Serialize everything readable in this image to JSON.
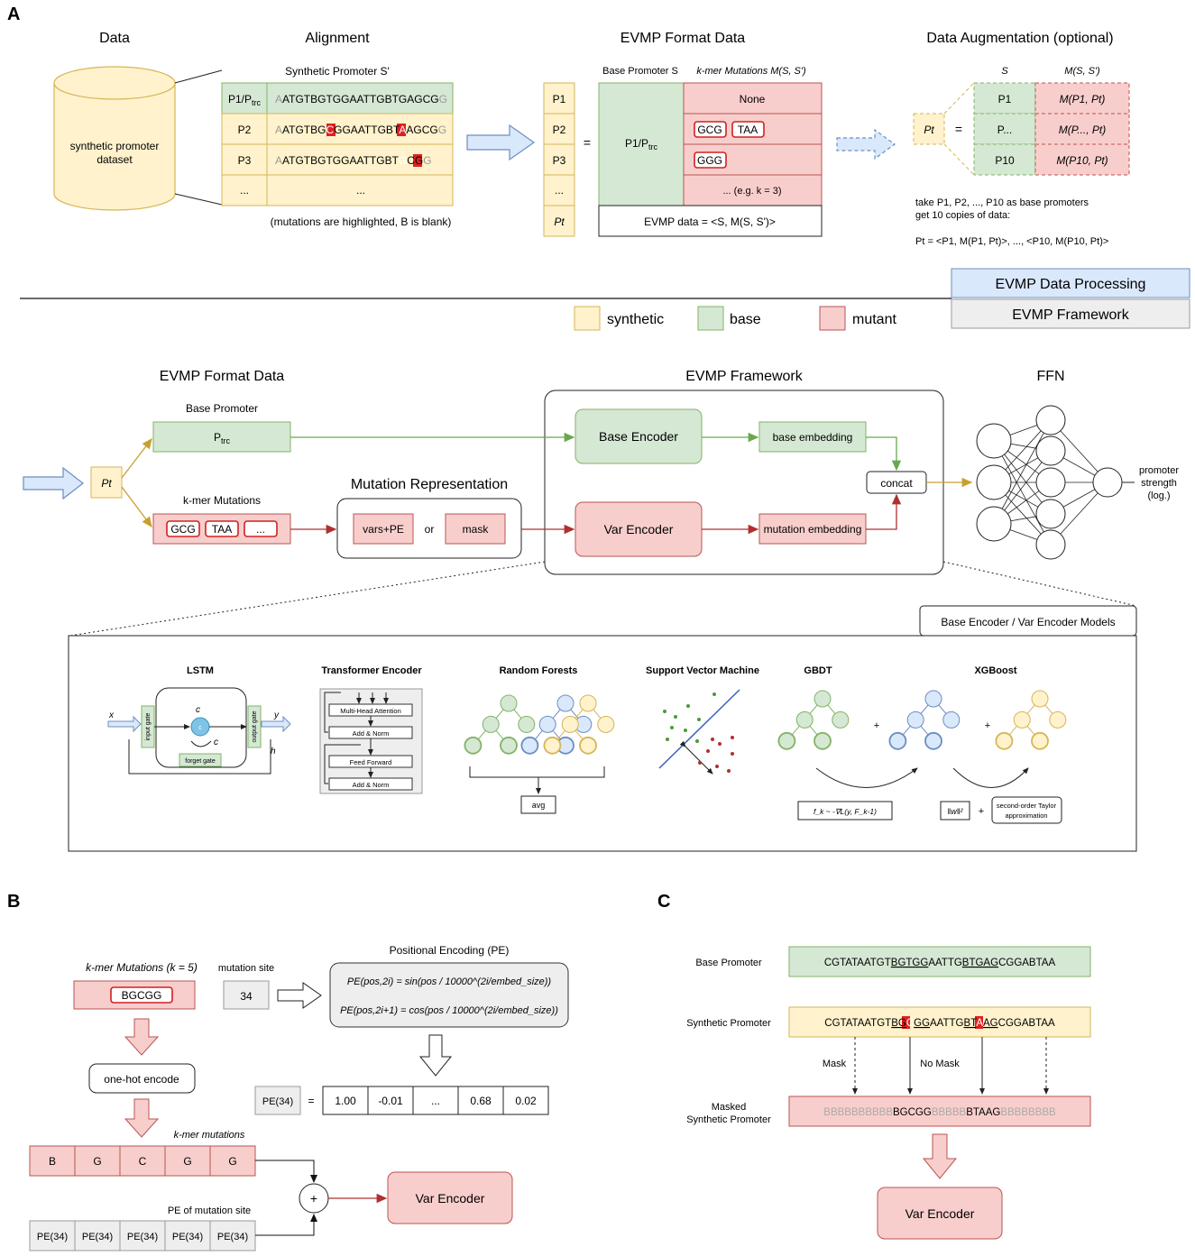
{
  "colors": {
    "synthetic_fill": "#fff2cc",
    "synthetic_stroke": "#d6b656",
    "base_fill": "#d5e8d4",
    "base_stroke": "#82b366",
    "mutant_fill": "#f8cecc",
    "mutant_stroke": "#b85450",
    "blue_fill": "#dae8fc",
    "blue_stroke": "#6c8ebf",
    "gray_fill": "#eeeeee",
    "mutation_red": "#e02020",
    "arrow_green": "#6aa84f",
    "arrow_red": "#b03030",
    "arrow_gold": "#c8a030"
  },
  "panel_a": {
    "letter": "A",
    "headers": {
      "data": "Data",
      "alignment": "Alignment",
      "evmp_format": "EVMP Format Data",
      "augmentation": "Data Augmentation (optional)"
    },
    "dataset_label": [
      "synthetic promoter",
      "dataset"
    ],
    "synthetic_promoter_title": "Synthetic Promoter S'",
    "align_rows": [
      {
        "label": "P1/P",
        "label_sub": "trc",
        "seq_pre": "",
        "seq": "ATGTBGTGGAATTGBTGAGCG",
        "lead": "A",
        "trail": "G"
      },
      {
        "label": "P2",
        "seq_a": "ATGTBG",
        "seq_mut1": "C",
        "seq_b": "GGAATTGBT",
        "seq_mut2": "A",
        "seq_c": "AGCG",
        "lead": "A",
        "trail": "G"
      },
      {
        "label": "P3",
        "seq_a": "ATGTBGTGGAATTGBT",
        "seq_mut1": "G",
        "seq_b": "CG",
        "lead": "A",
        "trail": "G"
      },
      {
        "label": "...",
        "seq": "..."
      }
    ],
    "alignment_note": "(mutations are highlighted, B is blank)",
    "evmp_col_headers": {
      "base": "Base Promoter S",
      "kmer": "k-mer Mutations M(S, S')"
    },
    "evmp_p_labels": [
      "P1",
      "P2",
      "P3",
      "...",
      "Pt"
    ],
    "evmp_base_label": "P1/P",
    "evmp_base_sub": "trc",
    "evmp_none": "None",
    "evmp_kmers_p2": [
      "GCG",
      "TAA"
    ],
    "evmp_kmers_p3": [
      "GGG"
    ],
    "evmp_etc": "... (e.g. k = 3)",
    "evmp_data_formula": "EVMP data = <S, M(S, S')>",
    "equals": "=",
    "aug_headers": {
      "s": "S",
      "m": "M(S, S')"
    },
    "aug_pt": "Pt",
    "aug_rows": [
      {
        "s": "P1",
        "m": "M(P1, Pt)"
      },
      {
        "s": "P...",
        "m": "M(P..., Pt)"
      },
      {
        "s": "P10",
        "m": "M(P10, Pt)"
      }
    ],
    "aug_note": [
      "take P1, P2, ..., P10 as base promoters",
      "get 10 copies of data:"
    ],
    "aug_formula": "Pt = <P1, M(P1, Pt)>, ..., <P10, M(P10, Pt)>",
    "legend_right": {
      "processing": "EVMP Data Processing",
      "framework": "EVMP Framework"
    },
    "legend": [
      {
        "label": "synthetic"
      },
      {
        "label": "base"
      },
      {
        "label": "mutant"
      }
    ]
  },
  "framework": {
    "headers": {
      "format": "EVMP Format Data",
      "framework": "EVMP Framework",
      "ffn": "FFN"
    },
    "base_promoter_title": "Base Promoter",
    "base_promoter_box": "P",
    "base_promoter_sub": "trc",
    "pt": "Pt",
    "kmer_title": "k-mer Mutations",
    "kmer_chips": [
      "GCG",
      "TAA",
      "..."
    ],
    "mutation_rep_title": "Mutation Representation",
    "vars_pe": "vars+PE",
    "or": "or",
    "mask": "mask",
    "base_encoder": "Base Encoder",
    "var_encoder": "Var Encoder",
    "base_embedding": "base embedding",
    "mutation_embedding": "mutation embedding",
    "concat": "concat",
    "output": [
      "promoter",
      "strength",
      "(log.)"
    ],
    "models_title": "Base Encoder / Var Encoder Models",
    "models": [
      "LSTM",
      "Transformer Encoder",
      "Random Forests",
      "Support Vector Machine",
      "GBDT",
      "XGBoost"
    ],
    "lstm_labels": {
      "input_gate": "input gate",
      "output_gate": "output gate",
      "forget_gate": "forget gate",
      "c": "c",
      "x": "x",
      "y": "y",
      "h": "h"
    },
    "transformer_labels": [
      "Multi-Head Attention",
      "Add & Norm",
      "Feed Forward",
      "Add & Norm"
    ],
    "rf_avg": "avg",
    "gbdt_formula": "f_k ~ -∇L(y, F_k-1)",
    "xgb_norm": "‖w‖²",
    "xgb_plus": "+",
    "xgb_taylor": [
      "second-order Taylor",
      "approximation"
    ],
    "plus": "+"
  },
  "panel_b": {
    "letter": "B",
    "kmer_title": "k-mer Mutations (k = 5)",
    "kmer_value": "BGCGG",
    "site_title": "mutation site",
    "site_value": "34",
    "pe_title": "Positional Encoding (PE)",
    "pe_formula_sin": "PE(pos,2i) = sin(pos / 10000^(2i/embed_size))",
    "pe_formula_cos": "PE(pos,2i+1) = cos(pos / 10000^(2i/embed_size))",
    "onehot": "one-hot encode",
    "pe34_label": "PE(34)",
    "pe34_values": [
      "1.00",
      "-0.01",
      "...",
      "0.68",
      "0.02"
    ],
    "kmer_mutations_label": "k-mer mutations",
    "kmer_letters": [
      "B",
      "G",
      "C",
      "G",
      "G"
    ],
    "pe_site_label": "PE of mutation site",
    "pe_cells": [
      "PE(34)",
      "PE(34)",
      "PE(34)",
      "PE(34)",
      "PE(34)"
    ],
    "var_encoder": "Var Encoder",
    "plus": "+"
  },
  "panel_c": {
    "letter": "C",
    "base_label": "Base Promoter",
    "base_seq": {
      "a": "CGTATAATGT",
      "u1": "BGTGG",
      "b": "AATTG",
      "u2": "BTGAG",
      "c": "CGGABTAA"
    },
    "synthetic_label": "Synthetic Promoter",
    "syn_seq": {
      "a": "CGTATAATGT",
      "u1a": "BG",
      "m1": "C",
      "u1b": "GG",
      "b": "AATTG",
      "u2a": "BT",
      "m2": "A",
      "u2b": "AG",
      "c": "CGGABTAA"
    },
    "mask": "Mask",
    "no_mask": "No Mask",
    "masked_label": [
      "Masked",
      "Synthetic Promoter"
    ],
    "masked_seq": {
      "b1": "BBBBBBBBBB",
      "k1": "BGCGG",
      "b2": "BBBBB",
      "k2": "BTAAG",
      "b3": "BBBBBBBB"
    },
    "var_encoder": "Var Encoder"
  }
}
